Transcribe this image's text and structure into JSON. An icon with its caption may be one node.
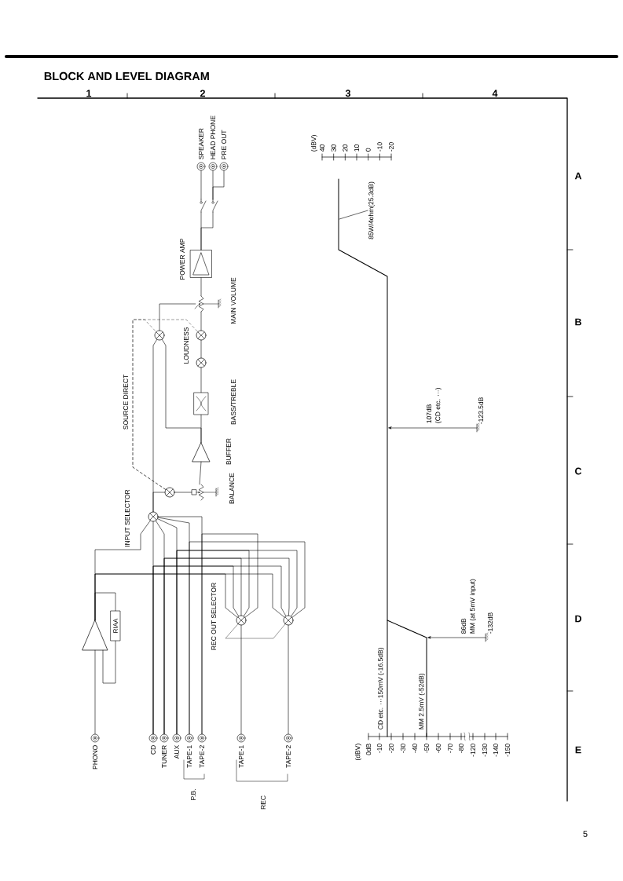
{
  "diagram": {
    "title": "BLOCK AND LEVEL DIAGRAM",
    "nodes": [
      {
        "text": [
          "PHONO"
        ]
      },
      {
        "text": [
          "CD"
        ]
      },
      {
        "text": [
          "TUNER"
        ]
      },
      {
        "text": [
          "AUX"
        ]
      },
      {
        "text": [
          "TAPE-1"
        ]
      },
      {
        "text": [
          "TAPE-2"
        ]
      },
      {
        "text": [
          "TAPE-1"
        ]
      },
      {
        "text": [
          "TAPE-2"
        ]
      },
      {
        "text": [],
        "shape": "triangle"
      },
      {
        "text": [
          "RIAA"
        ]
      },
      {
        "text": [
          "INPUT SELECTOR"
        ]
      },
      {
        "text": [],
        "shape": "circle"
      },
      {
        "text": [],
        "shape": "circle"
      },
      {
        "text": [
          "BALANCE"
        ]
      },
      {
        "text": [],
        "shape": "circle"
      },
      {
        "text": [
          "BUFFER"
        ]
      },
      {
        "text": [
          "BASS/TREBLE"
        ]
      },
      {
        "text": [],
        "shape": "circle"
      },
      {
        "text": [],
        "shape": "circle"
      },
      {
        "text": [],
        "shape": "circle"
      },
      {
        "text": [
          "MAIN VOLUME"
        ]
      },
      {
        "text": [
          "POWER AMP"
        ]
      },
      {
        "text": [],
        "shape": "switch"
      },
      {
        "text": [],
        "shape": "switch"
      },
      {
        "text": [
          "SPEAKER"
        ]
      },
      {
        "text": [
          "HEAD PHONE"
        ]
      },
      {
        "text": [
          "PRE OUT"
        ]
      },
      {
        "text": [
          "85W/4ohm(25.3dB)"
        ]
      }
    ],
    "edges": [
      {
        "from": 0,
        "to": 8,
        "arrow": "none"
      },
      {
        "from": 8,
        "to": 9,
        "arrow": "none"
      },
      {
        "from": 9,
        "to": 8,
        "arrow": "none"
      },
      {
        "from": 8,
        "to": 10,
        "arrow": "none"
      },
      {
        "from": 1,
        "to": 10,
        "arrow": "none"
      },
      {
        "from": 2,
        "to": 10,
        "arrow": "none"
      },
      {
        "from": 3,
        "to": 10,
        "arrow": "none"
      },
      {
        "from": 4,
        "to": 10,
        "arrow": "none"
      },
      {
        "from": 5,
        "to": 10,
        "arrow": "none"
      },
      {
        "from": 8,
        "to": 11,
        "arrow": "none"
      },
      {
        "from": 8,
        "to": 12,
        "arrow": "none"
      },
      {
        "from": 1,
        "to": 11,
        "arrow": "none"
      },
      {
        "from": 1,
        "to": 12,
        "arrow": "none"
      },
      {
        "from": 2,
        "to": 11,
        "arrow": "none"
      },
      {
        "from": 2,
        "to": 12,
        "arrow": "none"
      },
      {
        "from": 3,
        "to": 11,
        "arrow": "none"
      },
      {
        "from": 3,
        "to": 12,
        "arrow": "none"
      },
      {
        "from": 5,
        "to": 11,
        "arrow": "none"
      },
      {
        "from": 4,
        "to": 12,
        "arrow": "none"
      },
      {
        "from": 11,
        "to": 6,
        "arrow": "none"
      },
      {
        "from": 12,
        "to": 7,
        "arrow": "none"
      },
      {
        "from": 10,
        "to": 14,
        "arrow": "none"
      },
      {
        "from": 14,
        "to": 13,
        "arrow": "none"
      },
      {
        "from": 13,
        "to": 15,
        "arrow": "none"
      },
      {
        "from": 15,
        "to": 16,
        "arrow": "none"
      },
      {
        "from": 16,
        "to": 17,
        "arrow": "none"
      },
      {
        "from": 17,
        "to": 18,
        "arrow": "none"
      },
      {
        "from": 18,
        "to": 20,
        "arrow": "none"
      },
      {
        "from": 10,
        "to": 19,
        "arrow": "none"
      },
      {
        "from": 15,
        "to": 19,
        "arrow": "none"
      },
      {
        "from": 19,
        "to": 20,
        "arrow": "none"
      },
      {
        "from": 20,
        "to": 21,
        "arrow": "none"
      },
      {
        "from": 21,
        "to": 22,
        "arrow": "none"
      },
      {
        "from": 21,
        "to": 23,
        "arrow": "none"
      },
      {
        "from": 22,
        "to": 24,
        "arrow": "none"
      },
      {
        "from": 23,
        "to": 25,
        "arrow": "none"
      },
      {
        "from": 23,
        "to": 26,
        "arrow": "none"
      },
      {
        "from": 27,
        "to": null,
        "arrow": "none"
      },
      {
        "from": 14,
        "to": 19,
        "arrow": "none",
        "style": "dashed"
      },
      {
        "from": 14,
        "to": 18,
        "arrow": "none",
        "style": "dashed"
      },
      {
        "from": 11,
        "to": 12,
        "arrow": "none"
      }
    ],
    "labels": [
      "1",
      "2",
      "3",
      "4",
      "A",
      "B",
      "C",
      "D",
      "E",
      "(dBV)",
      "40",
      "30",
      "20",
      "10",
      "0",
      "-10",
      "-20",
      "LOUDNESS",
      "SOURCE DIRECT",
      "107dB",
      "(CD etc. ···)",
      "-123.5dB",
      "REC OUT SELECTOR",
      "86dB",
      "MM (at 5mV input)",
      "-132dB",
      "CD etc. ···150mV (-16.5dB)",
      "MM 2.5mV (-52dB)",
      "(dBV)",
      "0dB",
      "-10",
      "-20",
      "-30",
      "-40",
      "-50",
      "-60",
      "-70",
      "-80",
      "-120",
      "-130",
      "-140",
      "-150",
      "P.B.",
      "REC",
      "5"
    ]
  }
}
